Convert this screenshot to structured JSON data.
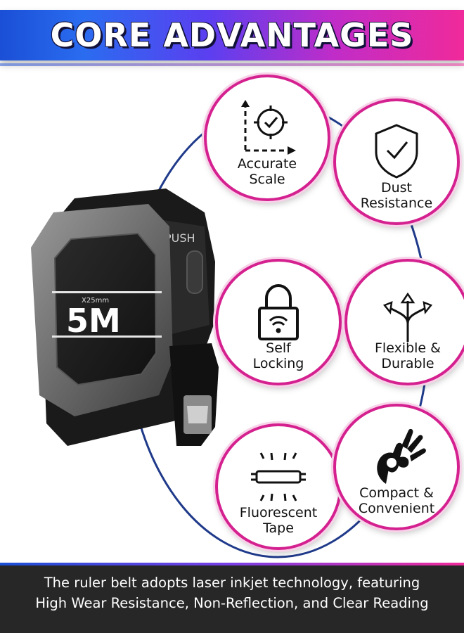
{
  "header": {
    "title": "CORE ADVANTAGES"
  },
  "colors": {
    "accent_pink": "#d4218f",
    "ring_blue": "#1f3a8a",
    "banner_blue": "#1a4fd6",
    "banner_magenta": "#f02a9a",
    "footer_bg": "#272727"
  },
  "product": {
    "size_label": "5M",
    "width_label": "X25mm",
    "button_label": "PUSH"
  },
  "features": [
    {
      "label": "Accurate\nScale",
      "icon": "target-check-icon"
    },
    {
      "label": "Dust\nResistance",
      "icon": "shield-check-icon"
    },
    {
      "label": "Self\nLocking",
      "icon": "padlock-icon"
    },
    {
      "label": "Flexible &\nDurable",
      "icon": "split-arrows-icon"
    },
    {
      "label": "Fluorescent\nTape",
      "icon": "fluorescent-tube-icon"
    },
    {
      "label": "Compact &\nConvenient",
      "icon": "ok-hand-icon"
    }
  ],
  "footer": {
    "line1": "The ruler belt adopts laser inkjet technology, featuring",
    "line2": "High Wear Resistance, Non-Reflection, and Clear Reading"
  }
}
